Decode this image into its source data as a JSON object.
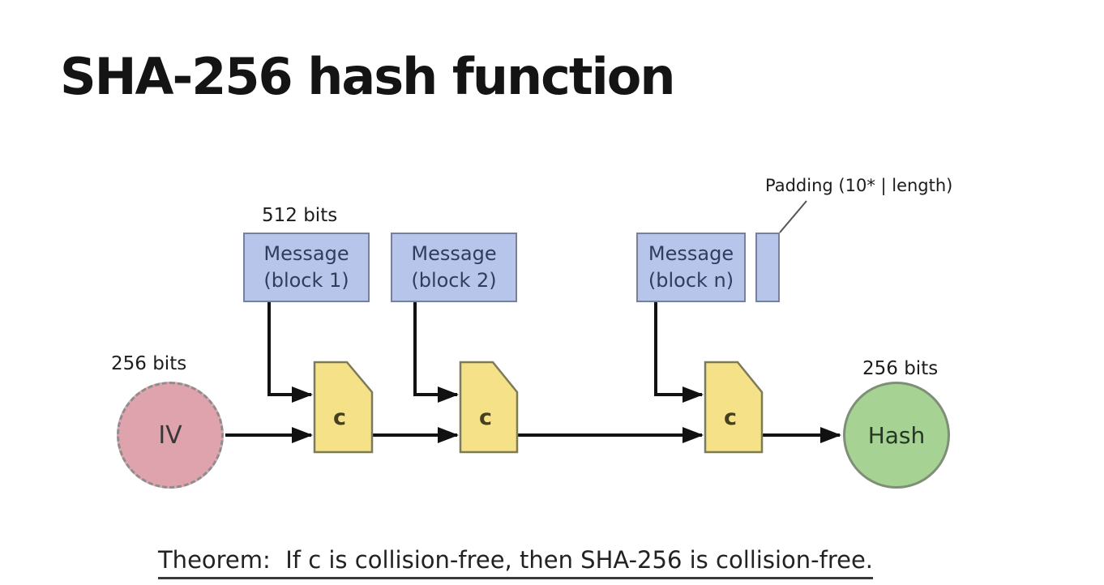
{
  "slide": {
    "title": "SHA-256 hash function",
    "theorem": "Theorem:  If c is collision-free, then SHA-256 is collision-free."
  },
  "diagram": {
    "iv": {
      "label": "IV",
      "size_label": "256 bits"
    },
    "hash": {
      "label": "Hash",
      "size_label": "256 bits"
    },
    "block_size_label": "512 bits",
    "padding_label": "Padding (10* | length)",
    "message_blocks": [
      {
        "line1": "Message",
        "line2": "(block 1)"
      },
      {
        "line1": "Message",
        "line2": "(block 2)"
      },
      {
        "line1": "Message",
        "line2": "(block n)"
      }
    ],
    "compression": [
      {
        "label": "c"
      },
      {
        "label": "c"
      },
      {
        "label": "c"
      }
    ],
    "colors": {
      "message_fill": "#b8c5ea",
      "message_border": "#76809f",
      "message_text": "#2f3e5c",
      "compress_fill": "#f5e288",
      "compress_border": "#7d7a5a",
      "iv_fill": "#dfa3ae",
      "iv_border": "#8d8d8d",
      "hash_fill": "#a6d294",
      "hash_border": "#7f8e76",
      "arrow": "#111111"
    }
  }
}
